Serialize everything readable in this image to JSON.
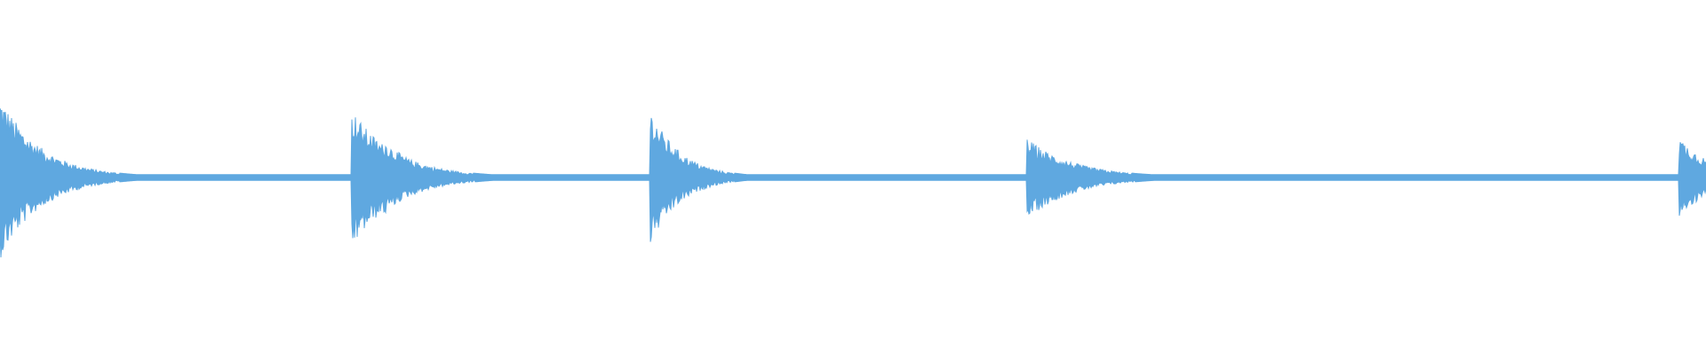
{
  "waveform": {
    "color": "#5fa8e0",
    "background": "#ffffff",
    "baseline_amplitude": 0.035,
    "transients": [
      {
        "onset": 0.0,
        "peak_up": 0.98,
        "peak_down": 0.98,
        "decay": 0.024,
        "secondary_offset": 0.008,
        "secondary_peak": 0.62
      },
      {
        "onset": 0.206,
        "peak_up": 0.82,
        "peak_down": 0.85,
        "decay": 0.026,
        "secondary_offset": 0.018,
        "secondary_peak": 0.48
      },
      {
        "onset": 0.381,
        "peak_up": 0.82,
        "peak_down": 0.82,
        "decay": 0.018,
        "secondary_offset": 0.006,
        "secondary_peak": 0.35
      },
      {
        "onset": 0.602,
        "peak_up": 0.47,
        "peak_down": 0.5,
        "decay": 0.028,
        "secondary_offset": 0.01,
        "secondary_peak": 0.3
      },
      {
        "onset": 0.984,
        "peak_up": 0.5,
        "peak_down": 0.5,
        "decay": 0.02,
        "secondary_offset": 0.006,
        "secondary_peak": 0.38
      }
    ]
  }
}
